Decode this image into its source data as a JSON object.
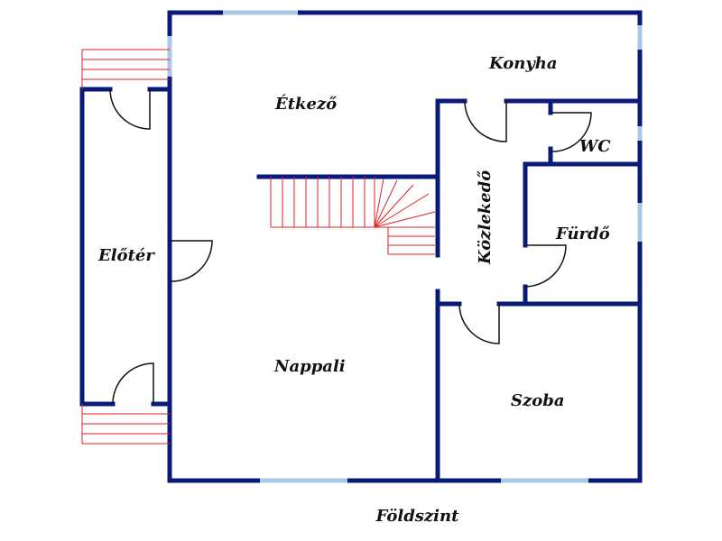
{
  "plan": {
    "caption": "Földszint",
    "colors": {
      "wall": "#0a1a7a",
      "window": "#a9c8e8",
      "stairs": "#e02020",
      "door": "#111111"
    },
    "rooms": {
      "konyha": "Konyha",
      "etkezo": "Étkező",
      "wc": "WC",
      "eloter": "Előtér",
      "kozlekedo": "Közlekedő",
      "furdo": "Fürdő",
      "nappali": "Nappali",
      "szoba": "Szoba"
    }
  }
}
